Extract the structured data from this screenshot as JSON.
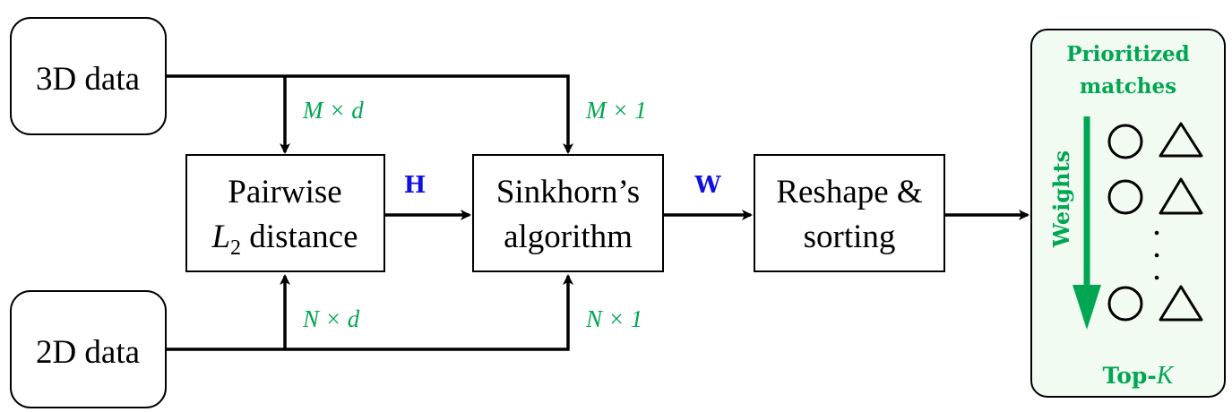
{
  "colors": {
    "green": "#00a651",
    "blue": "#1010e0",
    "panel_fill": "#f2fbf2",
    "black": "#000000"
  },
  "inputs": {
    "data3d": "3D data",
    "data2d": "2D data"
  },
  "blocks": {
    "pairwise_line1": "Pairwise",
    "pairwise_line2_symbol": "L",
    "pairwise_line2_sub": "2",
    "pairwise_line2_rest": " distance",
    "sinkhorn_line1": "Sinkhorn’s",
    "sinkhorn_line2": "algorithm",
    "reshape_line1": "Reshape &",
    "reshape_line2": "sorting"
  },
  "edge_labels": {
    "m_by_d": "M × d",
    "m_by_1": "M × 1",
    "n_by_d": "N × d",
    "n_by_1": "N × 1",
    "h": "H",
    "w": "W"
  },
  "output_panel": {
    "title_line1": "Prioritized",
    "title_line2": "matches",
    "weights_label": "Weights",
    "ellipsis": "· · ·",
    "footer_prefix": "Top-",
    "footer_k": "K",
    "rows": [
      {
        "circle": "circle-icon",
        "triangle": "triangle-icon"
      },
      {
        "circle": "circle-icon",
        "triangle": "triangle-icon"
      },
      {
        "circle": "circle-icon",
        "triangle": "triangle-icon"
      }
    ]
  }
}
